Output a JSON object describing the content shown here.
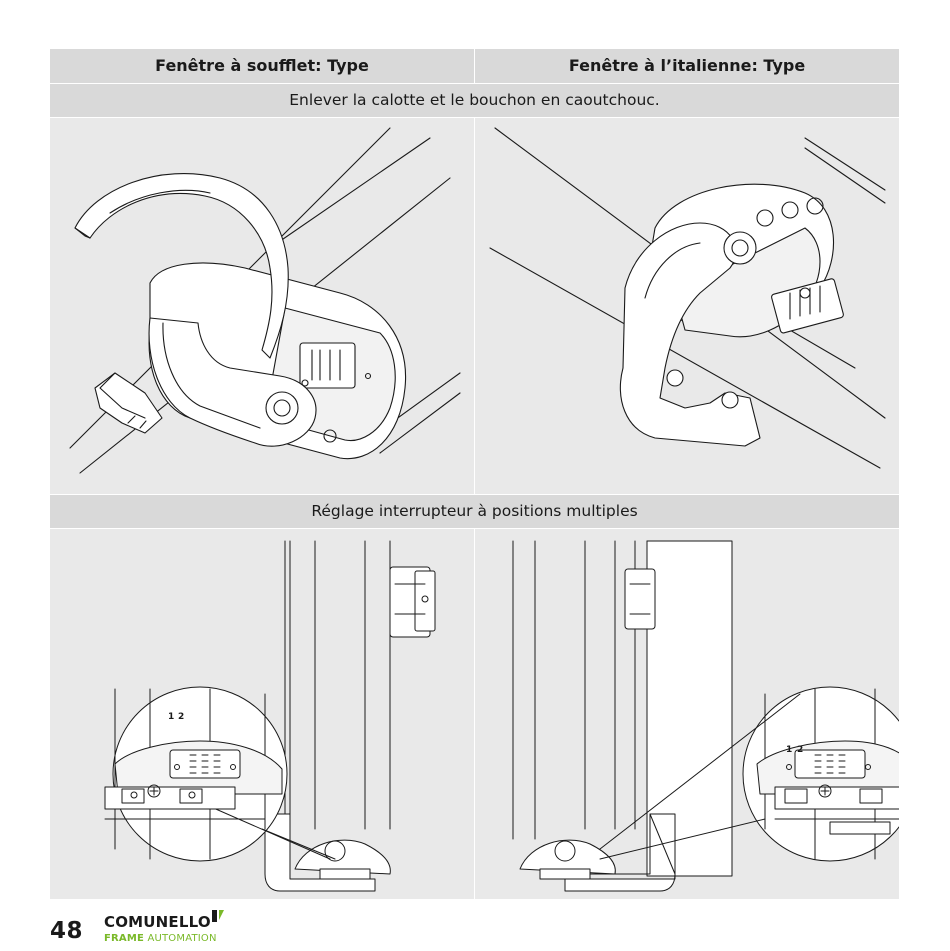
{
  "headers": {
    "left": "Fenêtre à soufflet: Type",
    "right": "Fenêtre à l’italienne: Type"
  },
  "sections": {
    "step1": "Enlever la calotte et le bouchon en caoutchouc.",
    "step2": "Réglage interrupteur à positions multiples"
  },
  "callout_labels": [
    "1",
    "2"
  ],
  "footer": {
    "page_number": "48",
    "brand_name": "COMUNELLO",
    "brand_sub_bold": "FRAME",
    "brand_sub_rest": " AUTOMATION",
    "brand_accent": "#7ab929"
  }
}
